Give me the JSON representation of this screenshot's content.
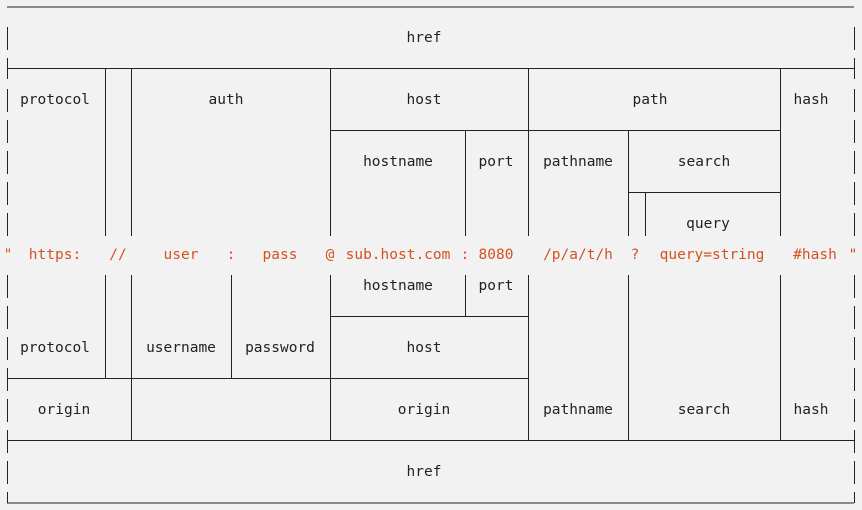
{
  "top": {
    "href": "href",
    "protocol": "protocol",
    "auth": "auth",
    "host": "host",
    "path": "path",
    "hash": "hash",
    "hostname": "hostname",
    "port": "port",
    "pathname": "pathname",
    "search": "search",
    "query": "query"
  },
  "url": {
    "open_quote": "\"",
    "protocol": "https:",
    "slashes": "//",
    "user": "user",
    "colon": ":",
    "pass": "pass",
    "at": "@",
    "hostname": "sub.host.com",
    "port_colon": ":",
    "port": "8080",
    "pathname": "/p/a/t/h",
    "question": "?",
    "query": "query=string",
    "hash": "#hash",
    "close_quote": "\""
  },
  "bottom": {
    "hostname": "hostname",
    "port": "port",
    "protocol": "protocol",
    "username": "username",
    "password": "password",
    "host": "host",
    "origin_left": "origin",
    "origin_right": "origin",
    "pathname": "pathname",
    "search": "search",
    "hash": "hash",
    "href": "href"
  },
  "colors": {
    "background": "#f2f2f2",
    "lines": "#222222",
    "url_text": "#d4521f"
  }
}
